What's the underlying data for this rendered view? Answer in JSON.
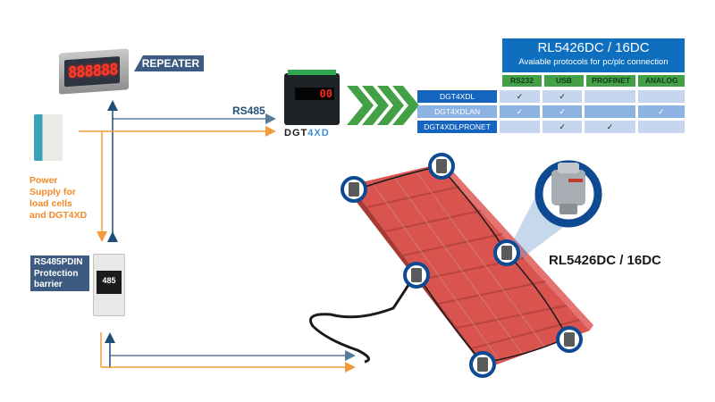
{
  "diagram": {
    "repeater": {
      "tag": "REPEATER",
      "display": "888888"
    },
    "power_supply": {
      "label_lines": [
        "Power",
        "Supply for",
        "load cells",
        "and DGT4XD"
      ]
    },
    "barrier": {
      "tag_lines": [
        "RS485PDIN",
        "Protection",
        "barrier"
      ],
      "face_text": "485"
    },
    "link": {
      "label": "RS485"
    },
    "indicator": {
      "display": "00",
      "logo_main": "DGT",
      "logo_accent": "4XD"
    },
    "protocol_table": {
      "title": "RL5426DC / 16DC",
      "subtitle": "Avaiable protocols for pc/plc connection",
      "columns": [
        "RS232",
        "USB",
        "PROFINET",
        "ANALOG"
      ],
      "rows": [
        {
          "model": "DGT4XDL",
          "cells": [
            "✓",
            "✓",
            "",
            ""
          ]
        },
        {
          "model": "DGT4XDLAN",
          "cells": [
            "✓",
            "✓",
            "",
            "✓"
          ]
        },
        {
          "model": "DGT4XDLPRONET",
          "cells": [
            "",
            "✓",
            "✓",
            ""
          ]
        }
      ]
    },
    "load_cell": {
      "label": "RL5426DC / 16DC",
      "count": 6
    },
    "colors": {
      "signal": "#1f4e79",
      "power": "#f39a3c",
      "chevron": "#43a047",
      "platform": "#d9534f",
      "ring": "#0d4a91"
    }
  }
}
